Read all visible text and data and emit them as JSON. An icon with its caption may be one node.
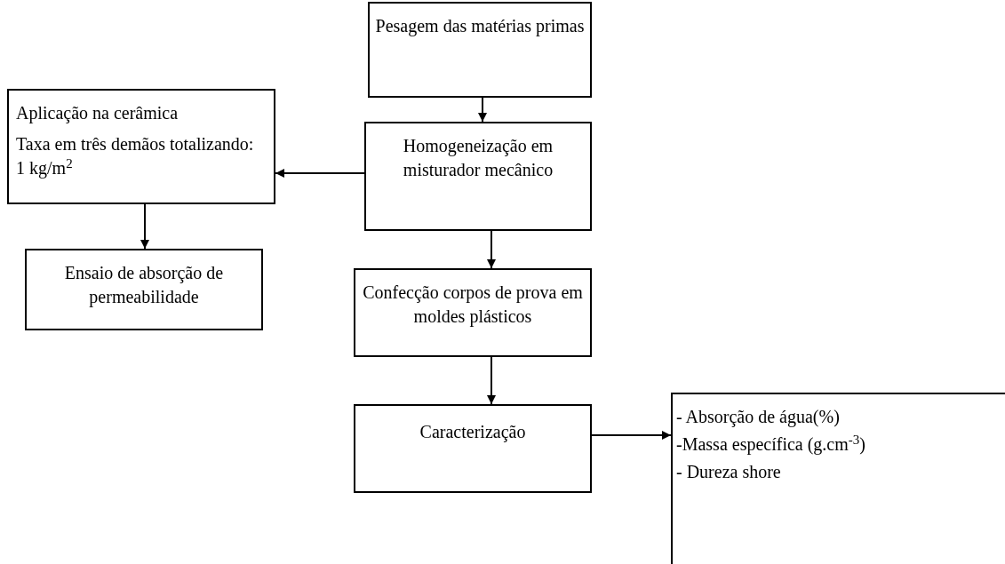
{
  "diagram": {
    "nodes": [
      {
        "text": [
          "Pesagem das matérias primas"
        ]
      },
      {
        "text": [
          "Homogeneização em misturador mecânico"
        ]
      },
      {
        "text": [
          "Aplicação na cerâmica",
          "Taxa em três demãos totalizando:  1 kg/m$^{2}$"
        ]
      },
      {
        "text": [
          "Ensaio de absorção de permeabilidade"
        ]
      },
      {
        "text": [
          "Confecção corpos de prova em moldes plásticos"
        ]
      },
      {
        "text": [
          "Caracterização"
        ]
      },
      {
        "text": [
          "- Absorção de água(%)",
          "-Massa específica (g.cm$^{-3}$)",
          "- Dureza shore"
        ]
      }
    ],
    "edges": [
      {
        "from": 0,
        "to": 1,
        "arrow": "to"
      },
      {
        "from": 1,
        "to": 2,
        "arrow": "to"
      },
      {
        "from": 2,
        "to": 3,
        "arrow": "to"
      },
      {
        "from": 1,
        "to": 4,
        "arrow": "to"
      },
      {
        "from": 4,
        "to": 5,
        "arrow": "to"
      },
      {
        "from": 5,
        "to": 6,
        "arrow": "to"
      }
    ]
  }
}
